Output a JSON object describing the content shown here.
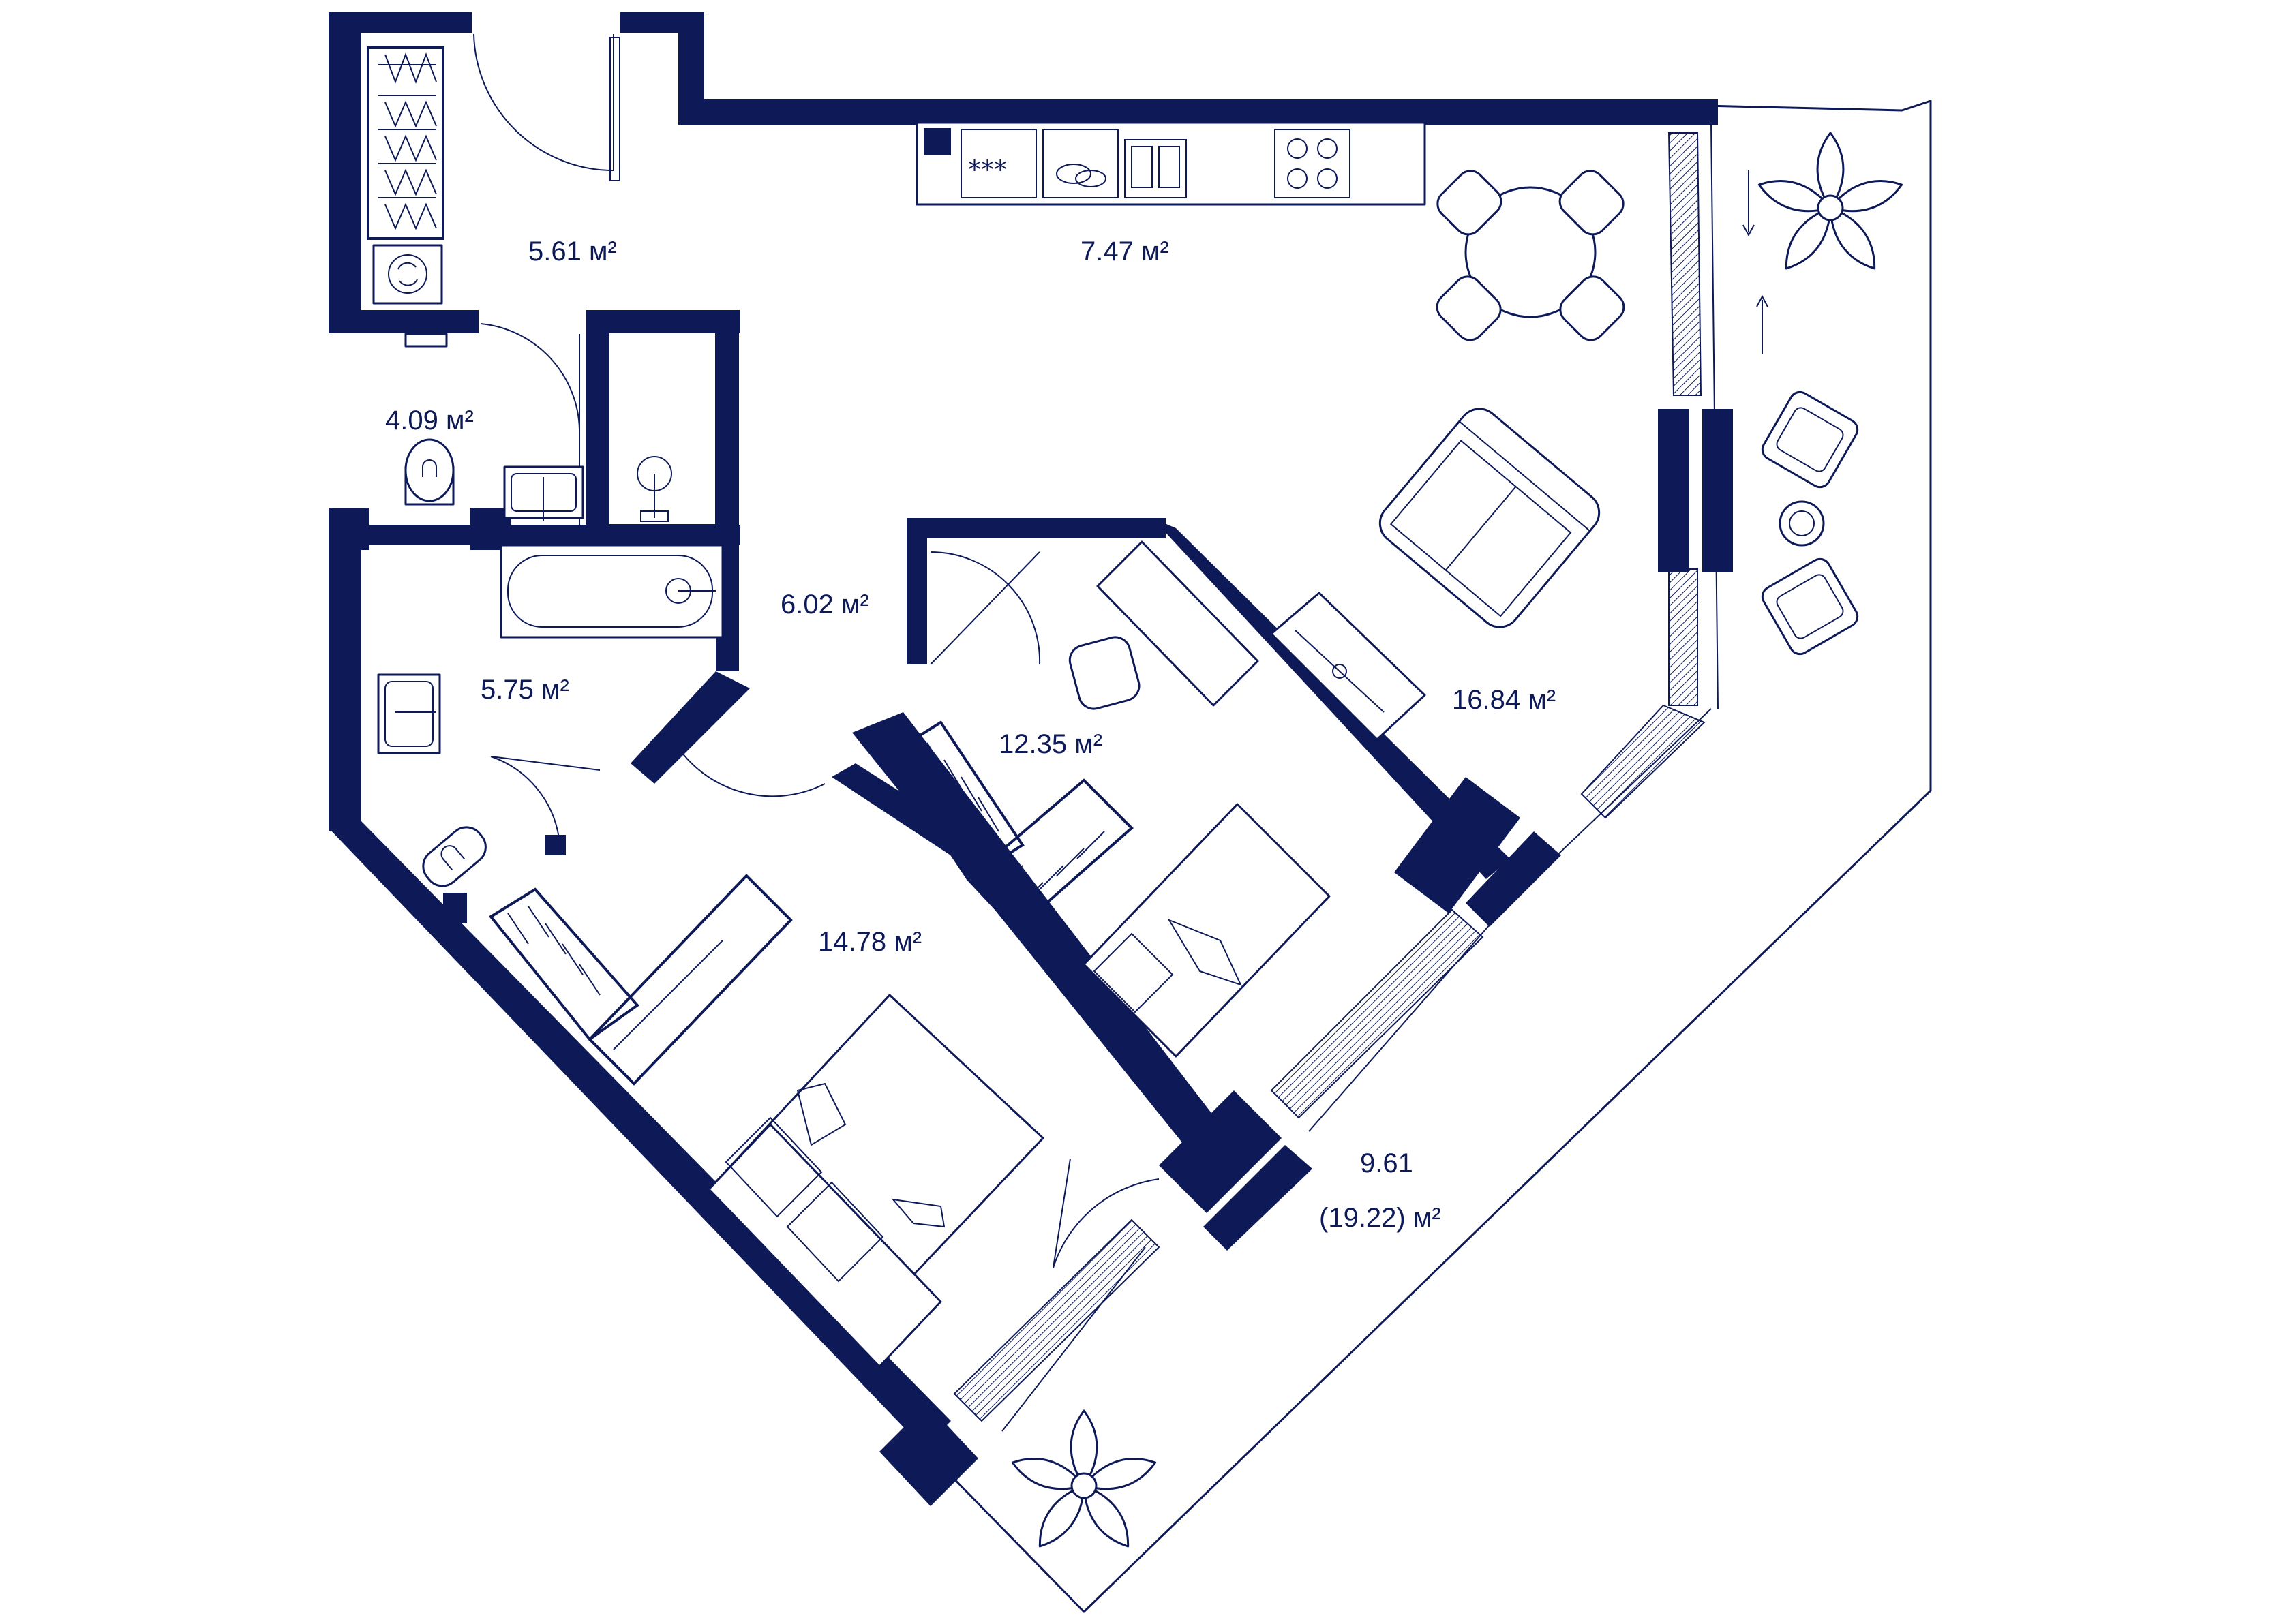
{
  "plan": {
    "colors": {
      "wall": "#0d1a57",
      "background": "#ffffff",
      "line": "#0d1a57"
    },
    "rooms": [
      {
        "id": "hallway",
        "area": "5.61 м²"
      },
      {
        "id": "kitchen",
        "area": "7.47 м²"
      },
      {
        "id": "toilet",
        "area": "4.09 м²"
      },
      {
        "id": "corridor",
        "area": "6.02 м²"
      },
      {
        "id": "bathroom",
        "area": "5.75 м²"
      },
      {
        "id": "bedroom-small",
        "area": "12.35 м²"
      },
      {
        "id": "living-room",
        "area": "16.84 м²"
      },
      {
        "id": "bedroom-large",
        "area": "14.78 м²"
      },
      {
        "id": "terrace",
        "area": "9.61",
        "area_total": "(19.22) м²"
      }
    ],
    "icons": [
      "door-swing-icon",
      "wardrobe-icon",
      "washing-machine-icon",
      "kitchen-counter-icon",
      "stove-icon",
      "sink-icon",
      "dining-table-icon",
      "chair-icon",
      "sofa-icon",
      "desk-icon",
      "bed-icon",
      "toilet-icon",
      "bathtub-icon",
      "shower-icon",
      "plant-icon",
      "armchair-icon",
      "side-table-icon",
      "window-icon"
    ]
  }
}
